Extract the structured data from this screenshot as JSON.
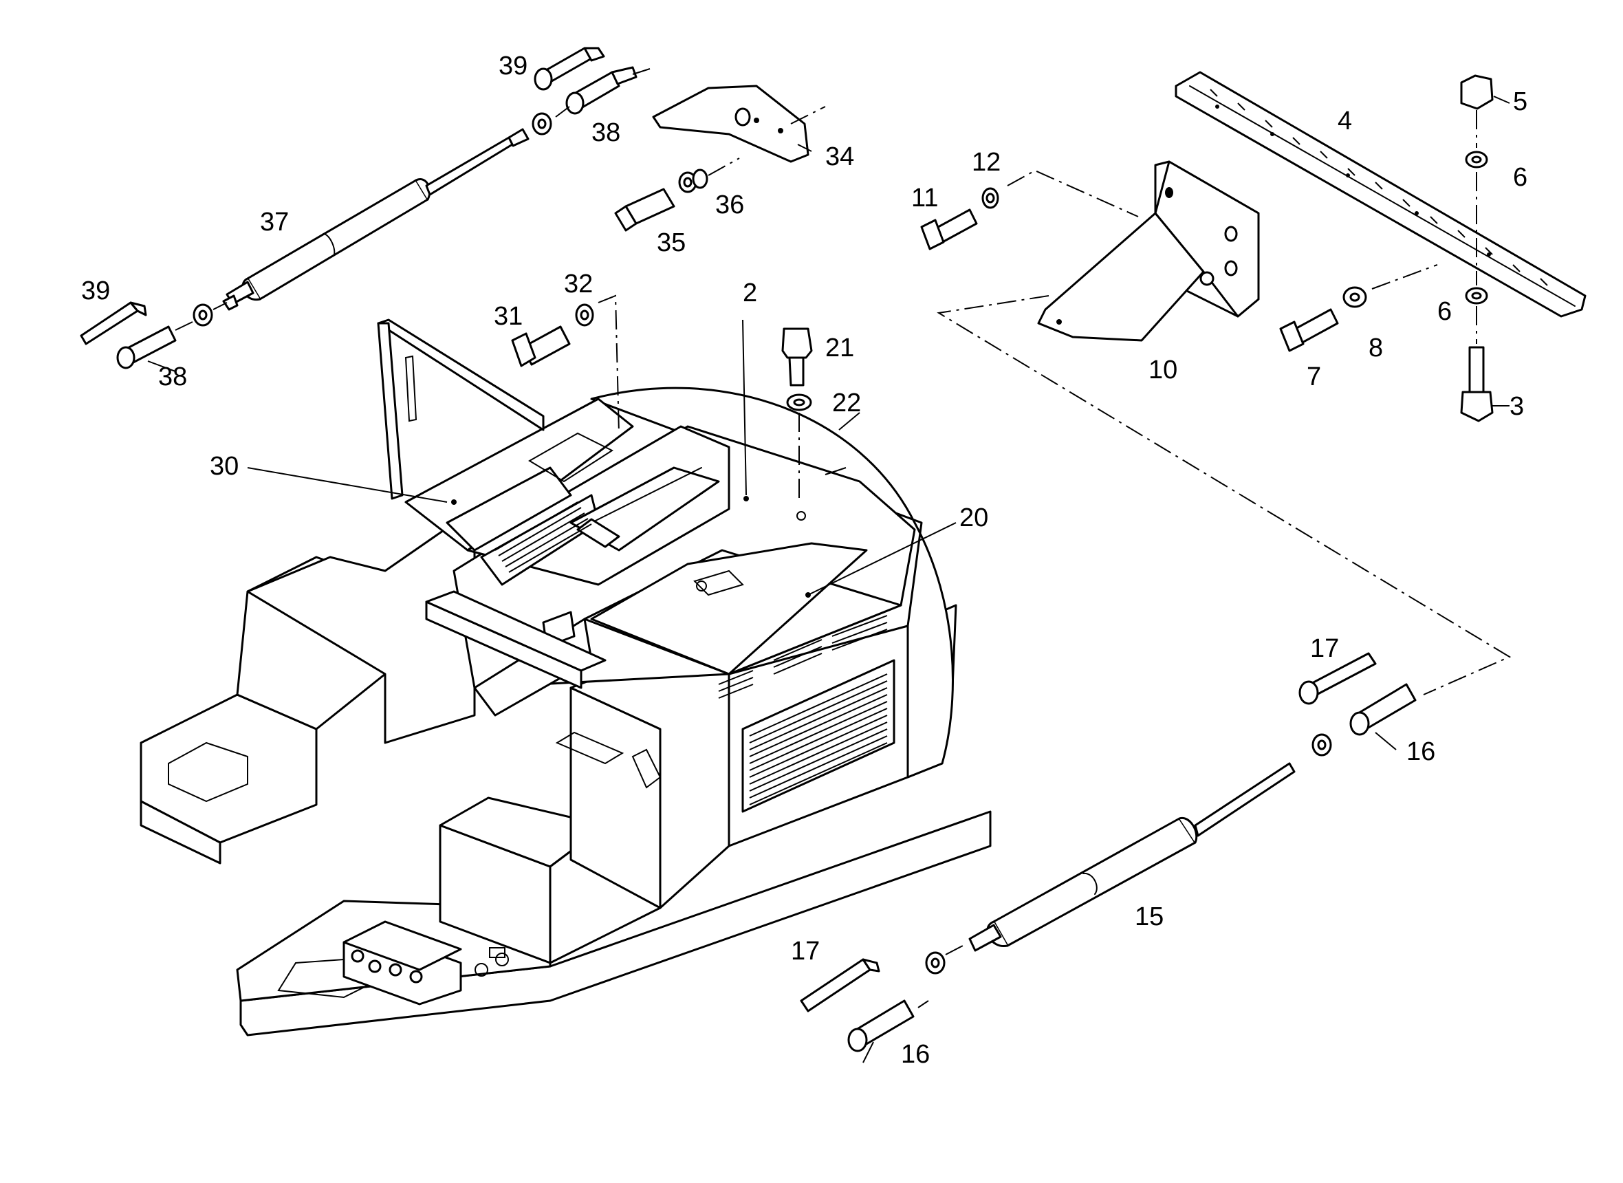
{
  "diagram": {
    "callouts": [
      {
        "id": "39a",
        "label": "39"
      },
      {
        "id": "38a",
        "label": "38"
      },
      {
        "id": "34",
        "label": "34"
      },
      {
        "id": "36",
        "label": "36"
      },
      {
        "id": "35",
        "label": "35"
      },
      {
        "id": "37",
        "label": "37"
      },
      {
        "id": "39b",
        "label": "39"
      },
      {
        "id": "38b",
        "label": "38"
      },
      {
        "id": "31",
        "label": "31"
      },
      {
        "id": "32",
        "label": "32"
      },
      {
        "id": "2",
        "label": "2"
      },
      {
        "id": "21",
        "label": "21"
      },
      {
        "id": "22",
        "label": "22"
      },
      {
        "id": "30",
        "label": "30"
      },
      {
        "id": "20",
        "label": "20"
      },
      {
        "id": "4",
        "label": "4"
      },
      {
        "id": "5",
        "label": "5"
      },
      {
        "id": "6a",
        "label": "6"
      },
      {
        "id": "6b",
        "label": "6"
      },
      {
        "id": "3",
        "label": "3"
      },
      {
        "id": "12",
        "label": "12"
      },
      {
        "id": "11",
        "label": "11"
      },
      {
        "id": "10",
        "label": "10"
      },
      {
        "id": "7",
        "label": "7"
      },
      {
        "id": "8",
        "label": "8"
      },
      {
        "id": "17a",
        "label": "17"
      },
      {
        "id": "16a",
        "label": "16"
      },
      {
        "id": "15",
        "label": "15"
      },
      {
        "id": "17b",
        "label": "17"
      },
      {
        "id": "16b",
        "label": "16"
      }
    ]
  }
}
